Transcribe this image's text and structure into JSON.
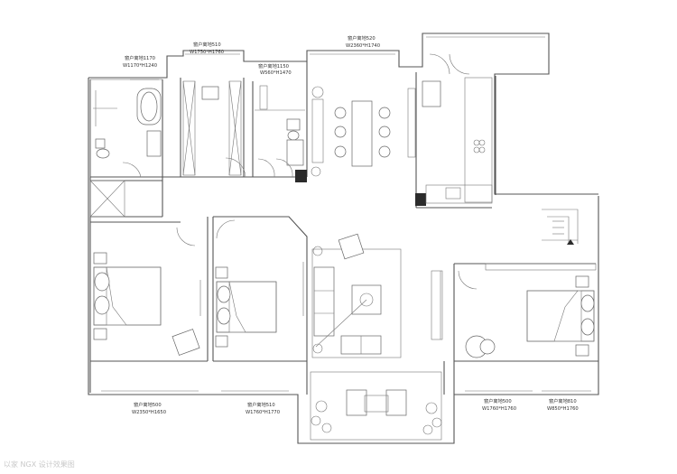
{
  "labels": {
    "bath1_title": "窗户离地1170",
    "bath1_size": "W1170*H1240",
    "closet_title": "窗户离地510",
    "closet_size": "W1750*H1760",
    "bath2_title": "窗户离地1150",
    "bath2_size": "W560*H1470",
    "dining_title": "窗户离地520",
    "dining_size": "W2360*H1740",
    "bed1_title": "窗户离地500",
    "bed1_size": "W2350*H1650",
    "bed2_title": "窗户离地510",
    "bed2_size": "W1760*H1770",
    "bed3_title": "窗户离地500",
    "bed3_size": "W1760*H1760",
    "bed3b_title": "窗户离地810",
    "bed3b_size": "W850*H1760"
  },
  "watermark": "以家 NGX 设计效果图",
  "colors": {
    "wall": "#555555",
    "furniture": "#666666",
    "solid": "#2b2b2b"
  }
}
